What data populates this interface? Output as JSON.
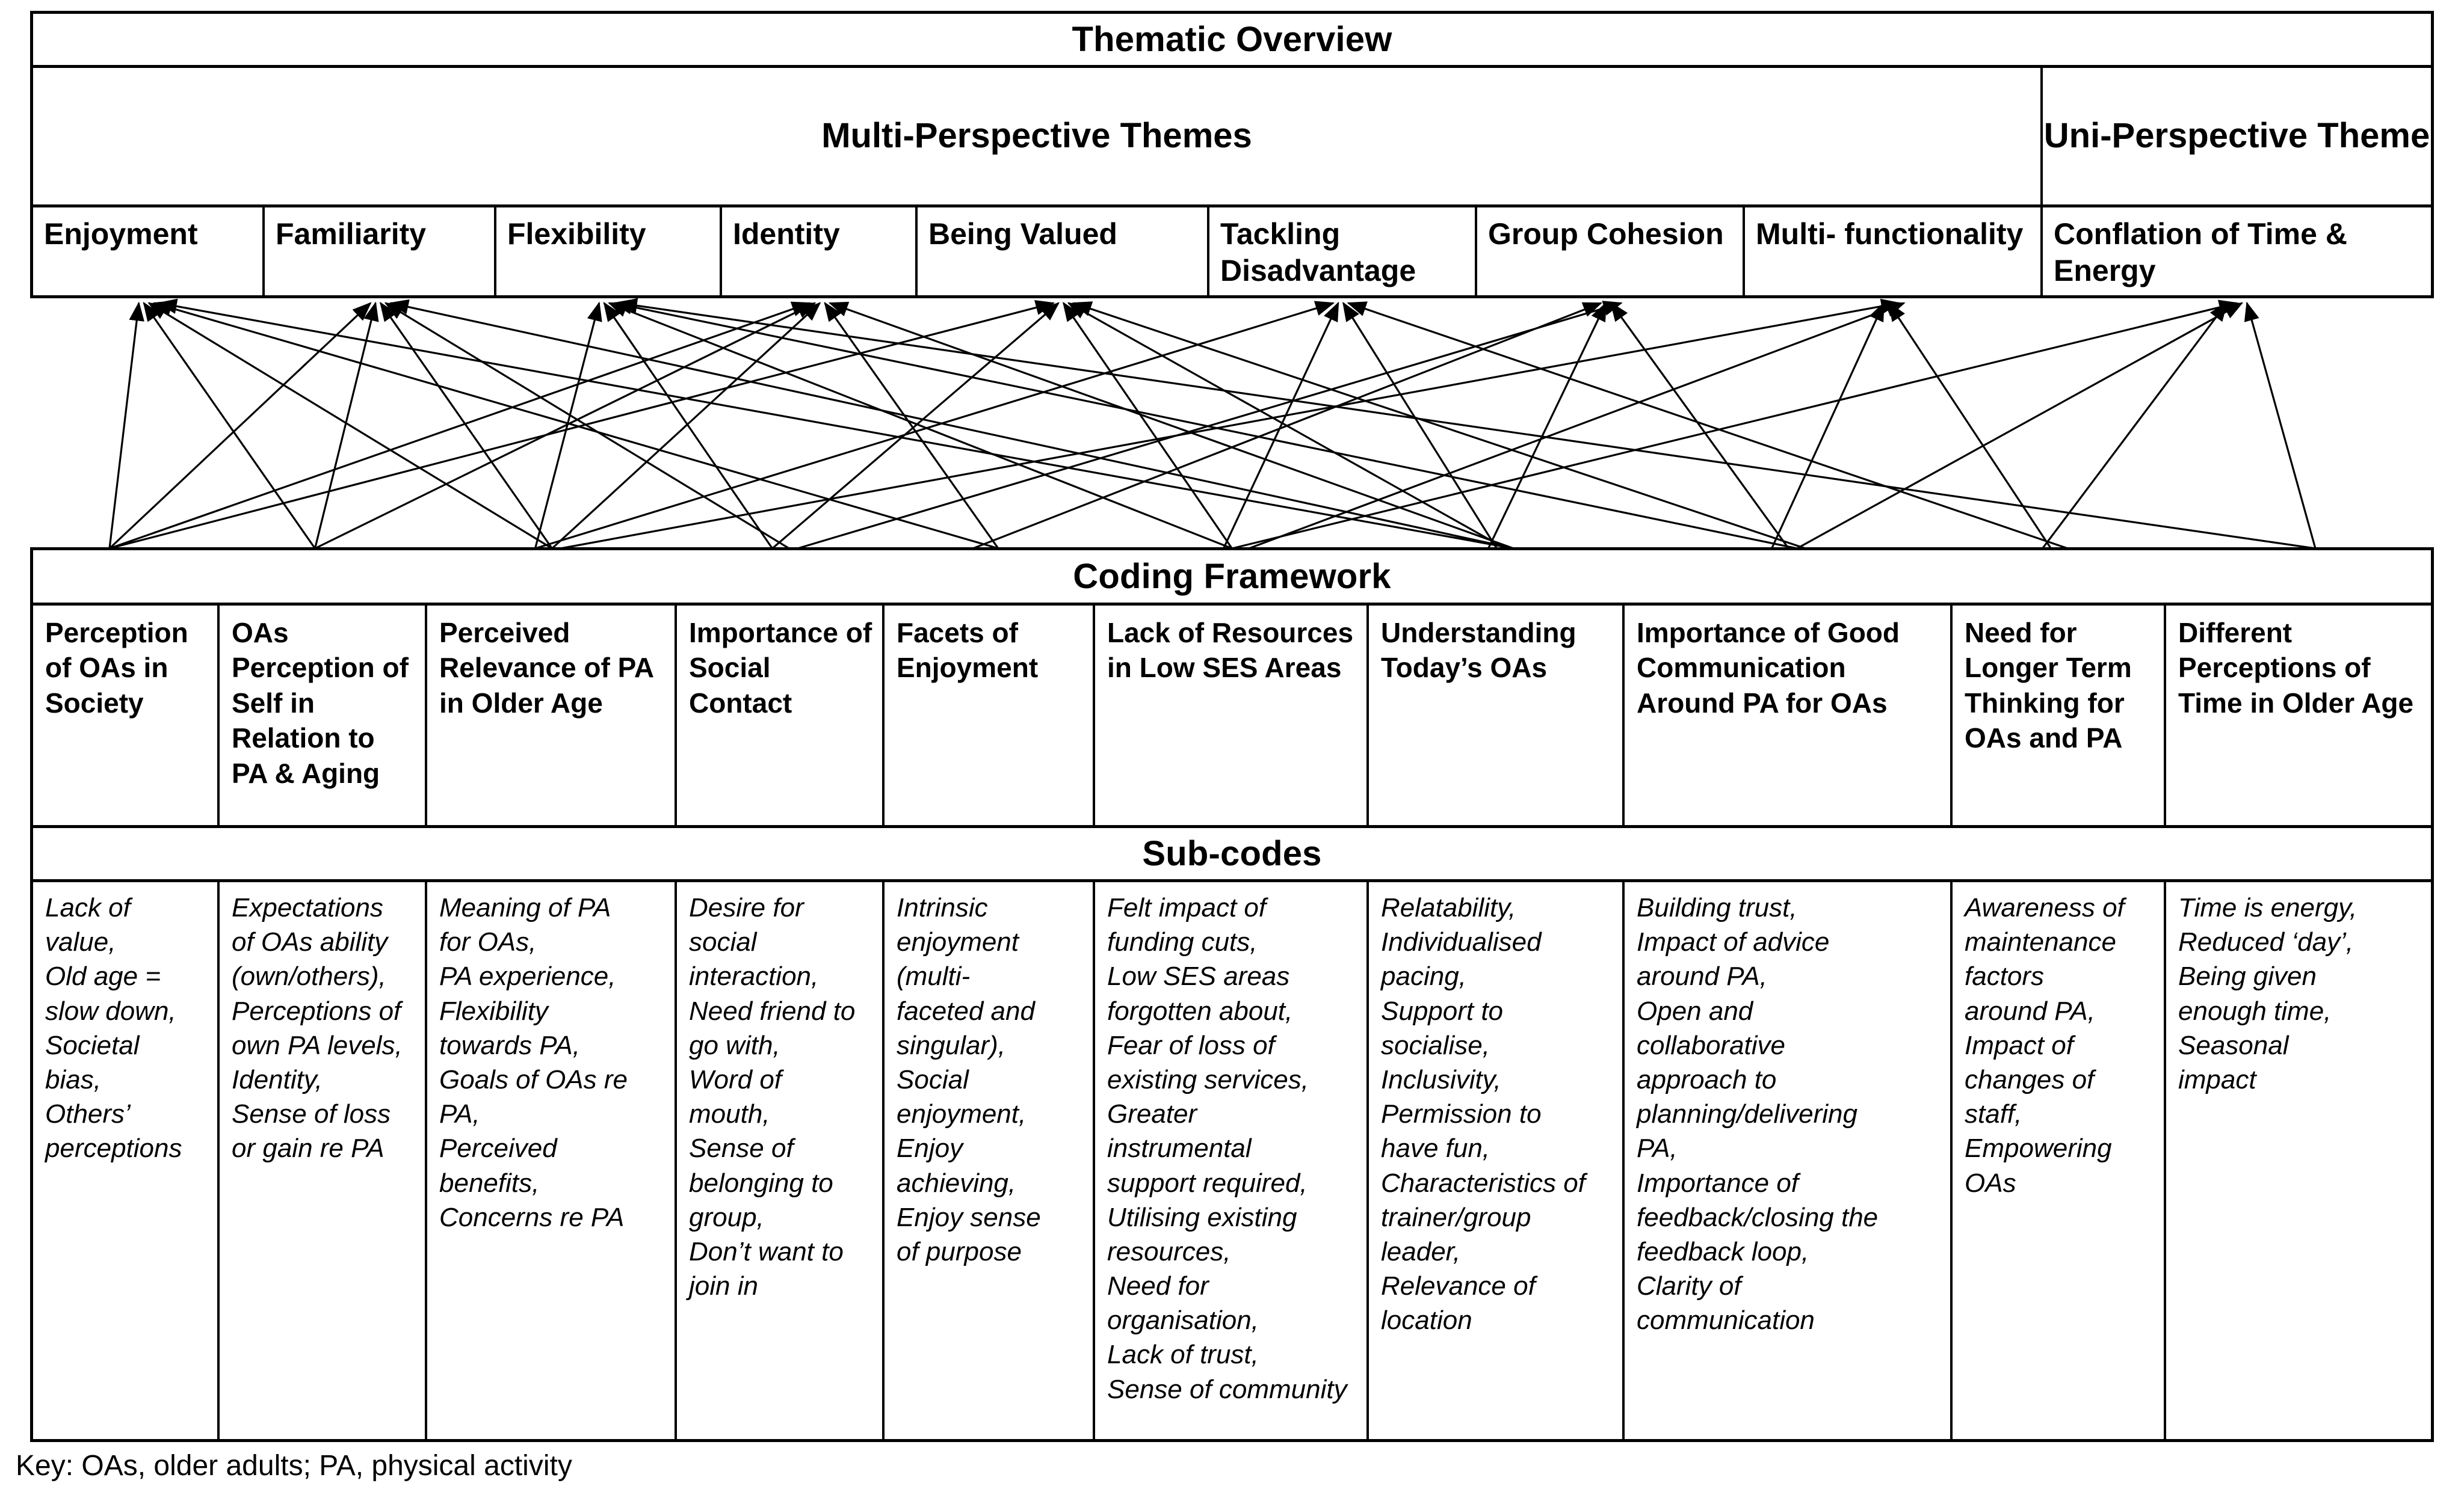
{
  "overview": {
    "title": "Thematic Overview",
    "bands": [
      {
        "label": "Multi-Perspective Themes"
      },
      {
        "label": "Uni-Perspective\nTheme"
      }
    ],
    "themes": [
      "Enjoyment",
      "Familiarity",
      "Flexibility",
      "Identity",
      "Being Valued",
      "Tackling\nDisadvantage",
      "Group\nCohesion",
      "Multi-\nfunctionality",
      "Conflation of Time\n& Energy"
    ]
  },
  "framework": {
    "title": "Coding Framework",
    "subcodes_title": "Sub-codes",
    "codes": [
      "Perception\nof OAs in\nSociety",
      "OAs\nPerception\nof Self in\nRelation to\nPA & Aging",
      "Perceived\nRelevance of\nPA in Older\nAge",
      "Importance\nof Social\nContact",
      "Facets of\nEnjoyment",
      "Lack of Resources\nin Low SES Areas",
      "Understanding\nToday’s OAs",
      "Importance of\nGood\nCommunication\nAround PA for OAs",
      "Need for\nLonger Term\nThinking for\nOAs and PA",
      "Different\nPerceptions\nof Time in\nOlder Age"
    ],
    "subcodes": [
      "Lack of\nvalue,\nOld age =\nslow down,\nSocietal\nbias,\nOthers’\nperceptions",
      "Expectations\nof OAs ability\n(own/others),\nPerceptions of\nown PA levels,\nIdentity,\nSense of loss\nor gain re PA",
      "Meaning of PA\nfor OAs,\nPA experience,\nFlexibility\ntowards PA,\nGoals of OAs re\nPA,\nPerceived\nbenefits,\nConcerns re PA",
      "Desire for\nsocial\ninteraction,\nNeed friend to\ngo with,\nWord of\nmouth,\nSense of\nbelonging to\ngroup,\nDon’t want to\njoin in",
      "Intrinsic\nenjoyment\n(multi-\nfaceted and\nsingular),\nSocial\nenjoyment,\nEnjoy\nachieving,\nEnjoy sense\nof purpose",
      "Felt impact of\nfunding cuts,\nLow SES areas\nforgotten about,\nFear of loss of\nexisting services,\nGreater\ninstrumental\nsupport required,\nUtilising existing\nresources,\nNeed for\norganisation,\nLack of trust,\nSense of community",
      "Relatability,\nIndividualised\npacing,\nSupport to\nsocialise,\nInclusivity,\nPermission to\nhave fun,\nCharacteristics of\ntrainer/group\nleader,\nRelevance of\nlocation",
      "Building trust,\nImpact of advice\naround PA,\nOpen and\ncollaborative\napproach to\nplanning/delivering\nPA,\nImportance of\nfeedback/closing the\nfeedback loop,\nClarity of\ncommunication",
      "Awareness of\nmaintenance\nfactors\naround PA,\nImpact of\nchanges of\nstaff,\nEmpowering\nOAs",
      "Time is energy,\nReduced ‘day’,\nBeing given\nenough time,\nSeasonal\nimpact"
    ]
  },
  "key": "Key: OAs, older adults; PA, physical activity",
  "style": {
    "line": "#000000",
    "background": "#ffffff"
  },
  "links": [
    [
      0,
      0
    ],
    [
      0,
      1
    ],
    [
      0,
      2
    ],
    [
      0,
      4
    ],
    [
      0,
      6
    ],
    [
      1,
      0
    ],
    [
      1,
      1
    ],
    [
      1,
      2
    ],
    [
      1,
      3
    ],
    [
      1,
      6
    ],
    [
      2,
      2
    ],
    [
      2,
      3
    ],
    [
      2,
      5
    ],
    [
      2,
      7
    ],
    [
      2,
      9
    ],
    [
      3,
      0
    ],
    [
      3,
      1
    ],
    [
      3,
      2
    ],
    [
      3,
      4
    ],
    [
      3,
      6
    ],
    [
      4,
      0
    ],
    [
      4,
      3
    ],
    [
      4,
      5
    ],
    [
      4,
      6
    ],
    [
      4,
      7
    ],
    [
      5,
      2
    ],
    [
      5,
      5
    ],
    [
      5,
      6
    ],
    [
      5,
      8
    ],
    [
      6,
      3
    ],
    [
      6,
      4
    ],
    [
      6,
      6
    ],
    [
      6,
      7
    ],
    [
      7,
      2
    ],
    [
      7,
      5
    ],
    [
      7,
      7
    ],
    [
      7,
      8
    ],
    [
      8,
      5
    ],
    [
      8,
      7
    ],
    [
      8,
      9
    ],
    [
      8,
      8
    ]
  ]
}
